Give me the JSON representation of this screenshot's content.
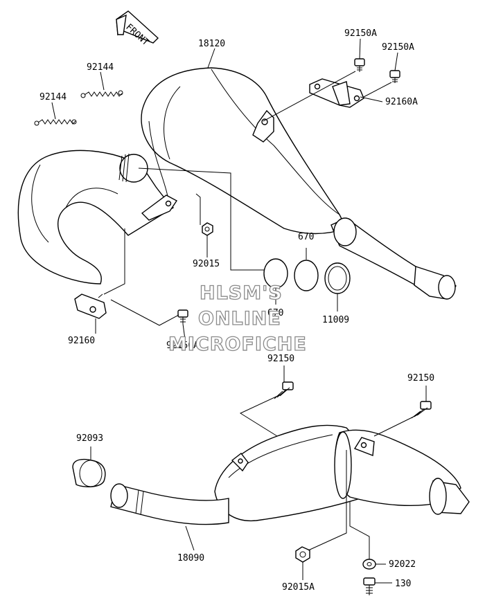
{
  "front_arrow": {
    "label": "FRONT"
  },
  "watermark": {
    "line1": "HLSM'S",
    "line2": "ONLINE",
    "line3": "MICROFICHE"
  },
  "parts": {
    "p18120": "18120",
    "p92150A_a": "92150A",
    "p92150A_b": "92150A",
    "p92144_a": "92144",
    "p92144_b": "92144",
    "p92160A": "92160A",
    "p670_a": "670",
    "p670_b": "670",
    "p92015": "92015",
    "p11009": "11009",
    "p92160": "92160",
    "p92150A_c": "92150A",
    "p92150_a": "92150",
    "p92150_b": "92150",
    "p92093": "92093",
    "p18090": "18090",
    "p92022": "92022",
    "p92015A": "92015A",
    "p130": "130"
  }
}
